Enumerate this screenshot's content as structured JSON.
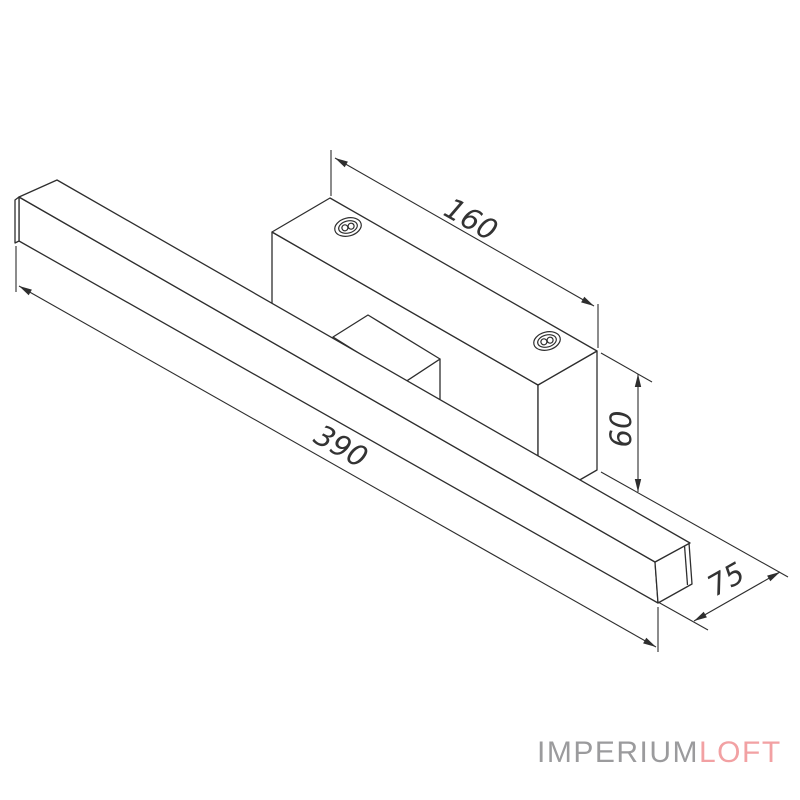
{
  "drawing": {
    "line_color": "#2e2e2e",
    "background_color": "#ffffff",
    "dimensions": {
      "bar_length": "390",
      "plate_length": "160",
      "plate_height": "60",
      "depth": "75"
    }
  },
  "logo": {
    "imperium": "IMPERIUM",
    "loft": "LOFT",
    "imperium_color": "#9b9b9d",
    "loft_color": "#f2a1a3"
  }
}
